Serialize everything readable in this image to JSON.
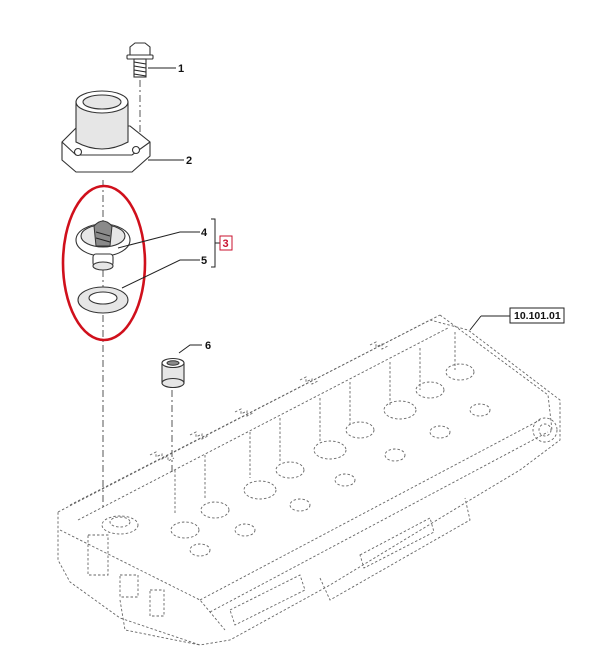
{
  "callouts": {
    "c1": "1",
    "c2": "2",
    "c3": "3",
    "c4": "4",
    "c5": "5",
    "c6": "6"
  },
  "reference": "10.101.01",
  "colors": {
    "highlight": "#d0101c",
    "callout_box": "#c8102e",
    "line": "#333333"
  }
}
